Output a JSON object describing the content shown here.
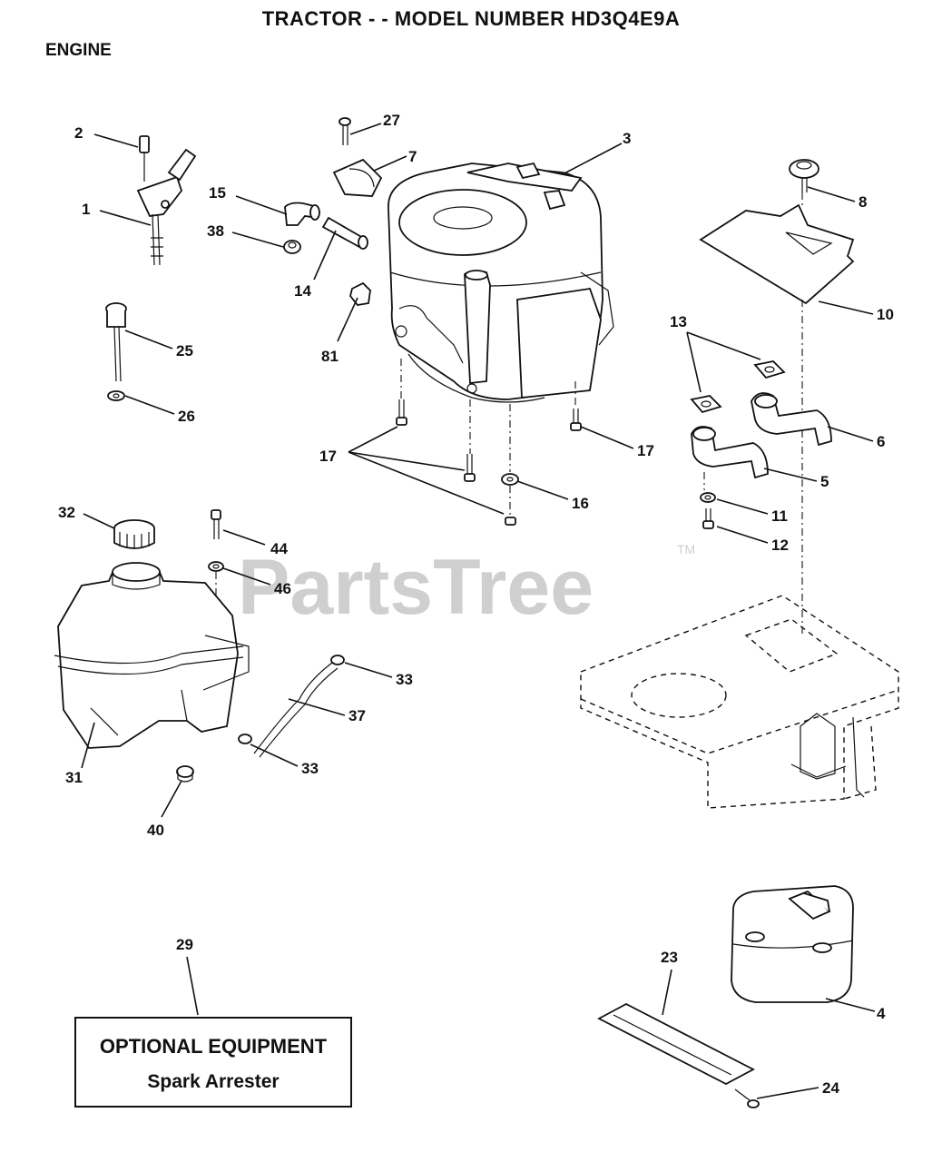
{
  "header": {
    "title": "TRACTOR - - MODEL NUMBER HD3Q4E9A",
    "section": "ENGINE"
  },
  "watermark": {
    "text": "PartsTree",
    "trademark": "TM"
  },
  "callouts": {
    "c1": "1",
    "c2": "2",
    "c3": "3",
    "c4": "4",
    "c5": "5",
    "c6": "6",
    "c7": "7",
    "c8": "8",
    "c10": "10",
    "c11": "11",
    "c12": "12",
    "c13": "13",
    "c14": "14",
    "c15": "15",
    "c16": "16",
    "c17a": "17",
    "c17b": "17",
    "c23": "23",
    "c24": "24",
    "c25": "25",
    "c26": "26",
    "c27": "27",
    "c29": "29",
    "c31": "31",
    "c32": "32",
    "c33a": "33",
    "c33b": "33",
    "c37": "37",
    "c38": "38",
    "c40": "40",
    "c44": "44",
    "c46": "46",
    "c81": "81"
  },
  "optional_equipment": {
    "title": "OPTIONAL EQUIPMENT",
    "item": "Spark Arrester"
  }
}
